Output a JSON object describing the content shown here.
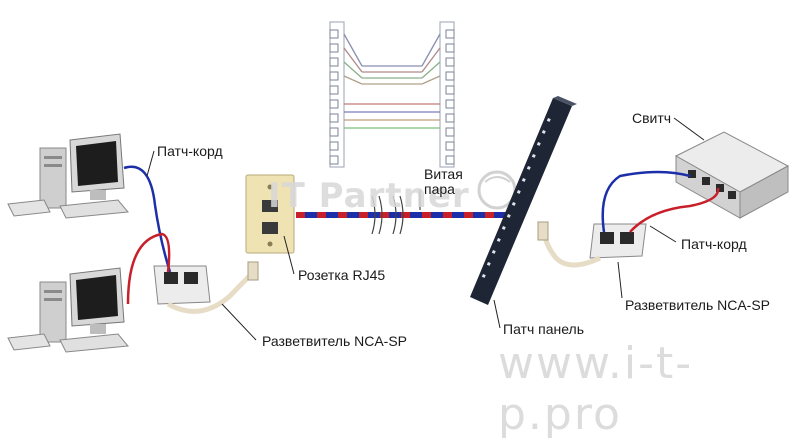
{
  "labels": {
    "patch_cord_left": "Патч-корд",
    "outlet": "Розетка RJ45",
    "twisted_pair": "Витая\nпара",
    "twisted_pair_line1": "Витая",
    "twisted_pair_line2": "пара",
    "splitter_left": "Разветвитель NCA-SP",
    "patch_panel": "Патч панель",
    "switch": "Свитч",
    "patch_cord_right": "Патч-корд",
    "splitter_right": "Разветвитель NCA-SP"
  },
  "watermark": {
    "logo_text": "IT Partner",
    "url": "www.i-t-p.pro"
  },
  "colors": {
    "cable_blue": "#1c2fa8",
    "cable_red": "#c8202a",
    "outlet_beige": "#efe3b4",
    "panel_dark": "#1e2535",
    "device_gray": "#c9c9c9"
  }
}
